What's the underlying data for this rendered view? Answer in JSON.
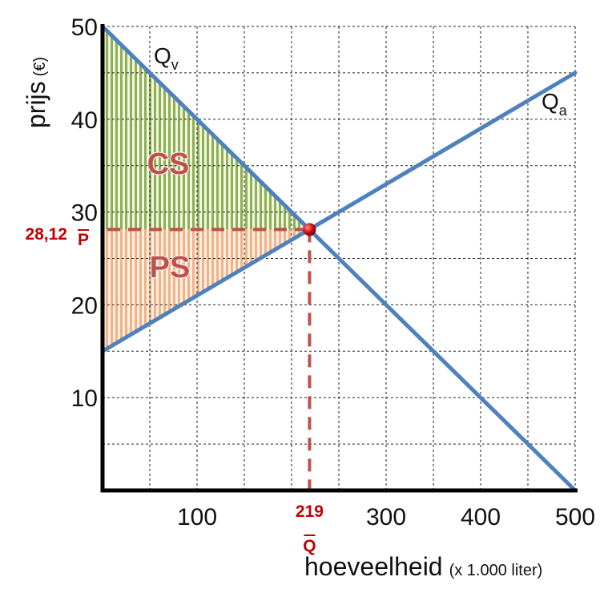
{
  "chart_data": {
    "type": "line",
    "title": "",
    "xlabel": "hoeveelheid",
    "xlabel_unit": "(x 1.000 liter)",
    "ylabel": "prijs",
    "ylabel_unit": "(€)",
    "xlim": [
      0,
      500
    ],
    "ylim": [
      0,
      50
    ],
    "x_ticks": [
      100,
      200,
      300,
      400,
      500
    ],
    "x_tick_labels": [
      "100",
      "300",
      "400",
      "500"
    ],
    "y_ticks": [
      10,
      20,
      30,
      40,
      50
    ],
    "y_tick_labels": [
      "10",
      "20",
      "30",
      "40",
      "50"
    ],
    "grid": true,
    "grid_step": {
      "x": 50,
      "y": 5
    },
    "series": [
      {
        "name": "Q",
        "subscript": "v",
        "color": "#4f81bd",
        "x": [
          0,
          500
        ],
        "y": [
          50,
          0
        ]
      },
      {
        "name": "Q",
        "subscript": "a",
        "color": "#4f81bd",
        "x": [
          0,
          500
        ],
        "y": [
          15,
          45
        ]
      }
    ],
    "equilibrium": {
      "x": 219,
      "y": 28.12,
      "x_label": "219",
      "y_label": "28,12",
      "x_symbol": "Q",
      "y_symbol": "P",
      "color": "#c00000"
    },
    "areas": [
      {
        "label": "CS",
        "color": "#9bbb59"
      },
      {
        "label": "PS",
        "color": "#f4b183"
      }
    ]
  }
}
